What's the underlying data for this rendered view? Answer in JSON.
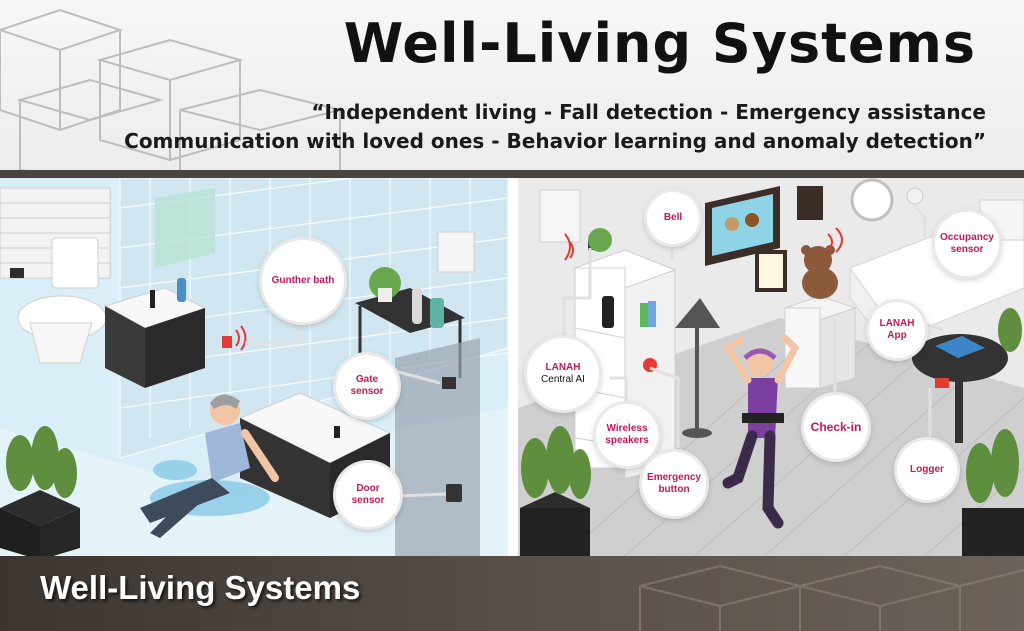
{
  "header": {
    "title": "Well-Living Systems",
    "tagline_line1": "“Independent living - Fall detection - Emergency assistance",
    "tagline_line2": "Communication with loved ones - Behavior learning and anomaly detection”"
  },
  "callouts": {
    "gunther_bath": "Gunther bath",
    "gate_sensor": "Gate sensor",
    "door_sensor": "Door sensor",
    "bell": "Bell",
    "occupancy_sensor": "Occupancy sensor",
    "lanah_app": "LANAH App",
    "lanah_central_line1": "LANAH",
    "lanah_central_line2": "Central AI",
    "wireless_speakers": "Wireless speakers",
    "check_in": "Check-in",
    "emergency_button": "Emergency button",
    "logger": "Logger"
  },
  "footer": {
    "title": "Well-Living Systems"
  },
  "colors": {
    "accent_magenta": "#c2185b",
    "bathroom_wall": "#cfe9f3",
    "living_floor": "#cfcfcf",
    "footer_bg": "#4a4440",
    "tunic_purple": "#7b3f9e"
  }
}
